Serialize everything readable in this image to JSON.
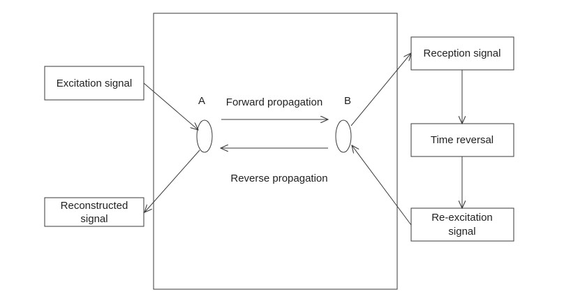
{
  "nodes": {
    "excitation": "Excitation signal",
    "reconstructed_line1": "Reconstructed",
    "reconstructed_line2": "signal",
    "reception": "Reception signal",
    "time_reversal": "Time reversal",
    "reexcitation_line1": "Re-excitation",
    "reexcitation_line2": "signal"
  },
  "points": {
    "a": "A",
    "b": "B"
  },
  "edges": {
    "forward": "Forward propagation",
    "reverse": "Reverse propagation"
  },
  "colors": {
    "stroke": "#3a3a3a",
    "text": "#222222"
  }
}
